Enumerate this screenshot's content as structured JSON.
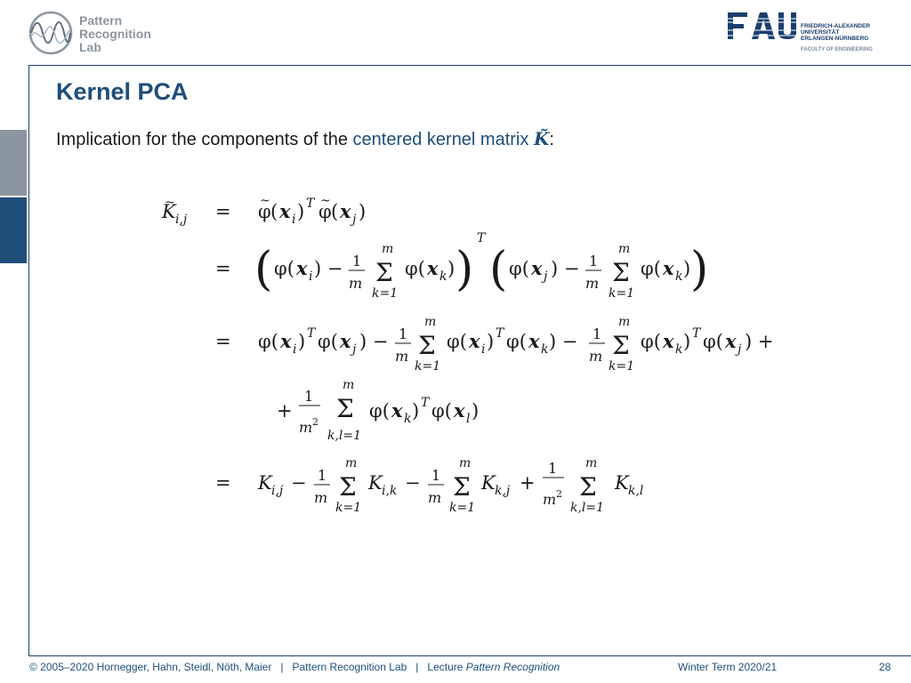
{
  "header": {
    "lab_logo_lines": [
      "Pattern",
      "Recognition",
      "Lab"
    ],
    "fau_letters": "FAU",
    "fau_name_lines": [
      "FRIEDRICH-ALEXANDER",
      "UNIVERSITÄT",
      "ERLANGEN-NÜRNBERG"
    ],
    "fau_faculty": "FACULTY OF ENGINEERING"
  },
  "slide": {
    "title": "Kernel PCA",
    "intro_prefix": "Implication for the components of the ",
    "intro_highlight": "centered kernel matrix",
    "intro_symbol": "K̃",
    "intro_suffix": ":"
  },
  "equation": {
    "lhs": "K̃i,j",
    "rows": [
      "φ̃(xi)ᵀ φ̃(xj)",
      "(φ(xi) − 1/m Σ_{k=1}^{m} φ(xk))ᵀ (φ(xj) − 1/m Σ_{k=1}^{m} φ(xk))",
      "φ(xi)ᵀφ(xj) − 1/m Σ_{k=1}^{m} φ(xi)ᵀφ(xk) − 1/m Σ_{k=1}^{m} φ(xk)ᵀφ(xj) +",
      "+ 1/m² Σ_{k,l=1}^{m} φ(xk)ᵀφ(xl)",
      "Ki,j − 1/m Σ_{k=1}^{m} Ki,k − 1/m Σ_{k=1}^{m} Kk,j + 1/m² Σ_{k,l=1}^{m} Kk,l"
    ]
  },
  "footer": {
    "copyright": "© 2005–2020 Hornegger, Hahn, Steidl, Nöth, Maier",
    "separator": "|",
    "lab": "Pattern Recognition Lab",
    "lecture_prefix": "Lecture ",
    "lecture_name": "Pattern Recognition",
    "term": "Winter Term 2020/21",
    "page": "28"
  },
  "colors": {
    "accent_blue": "#1f4e79",
    "side_gray": "#8c96a0"
  }
}
